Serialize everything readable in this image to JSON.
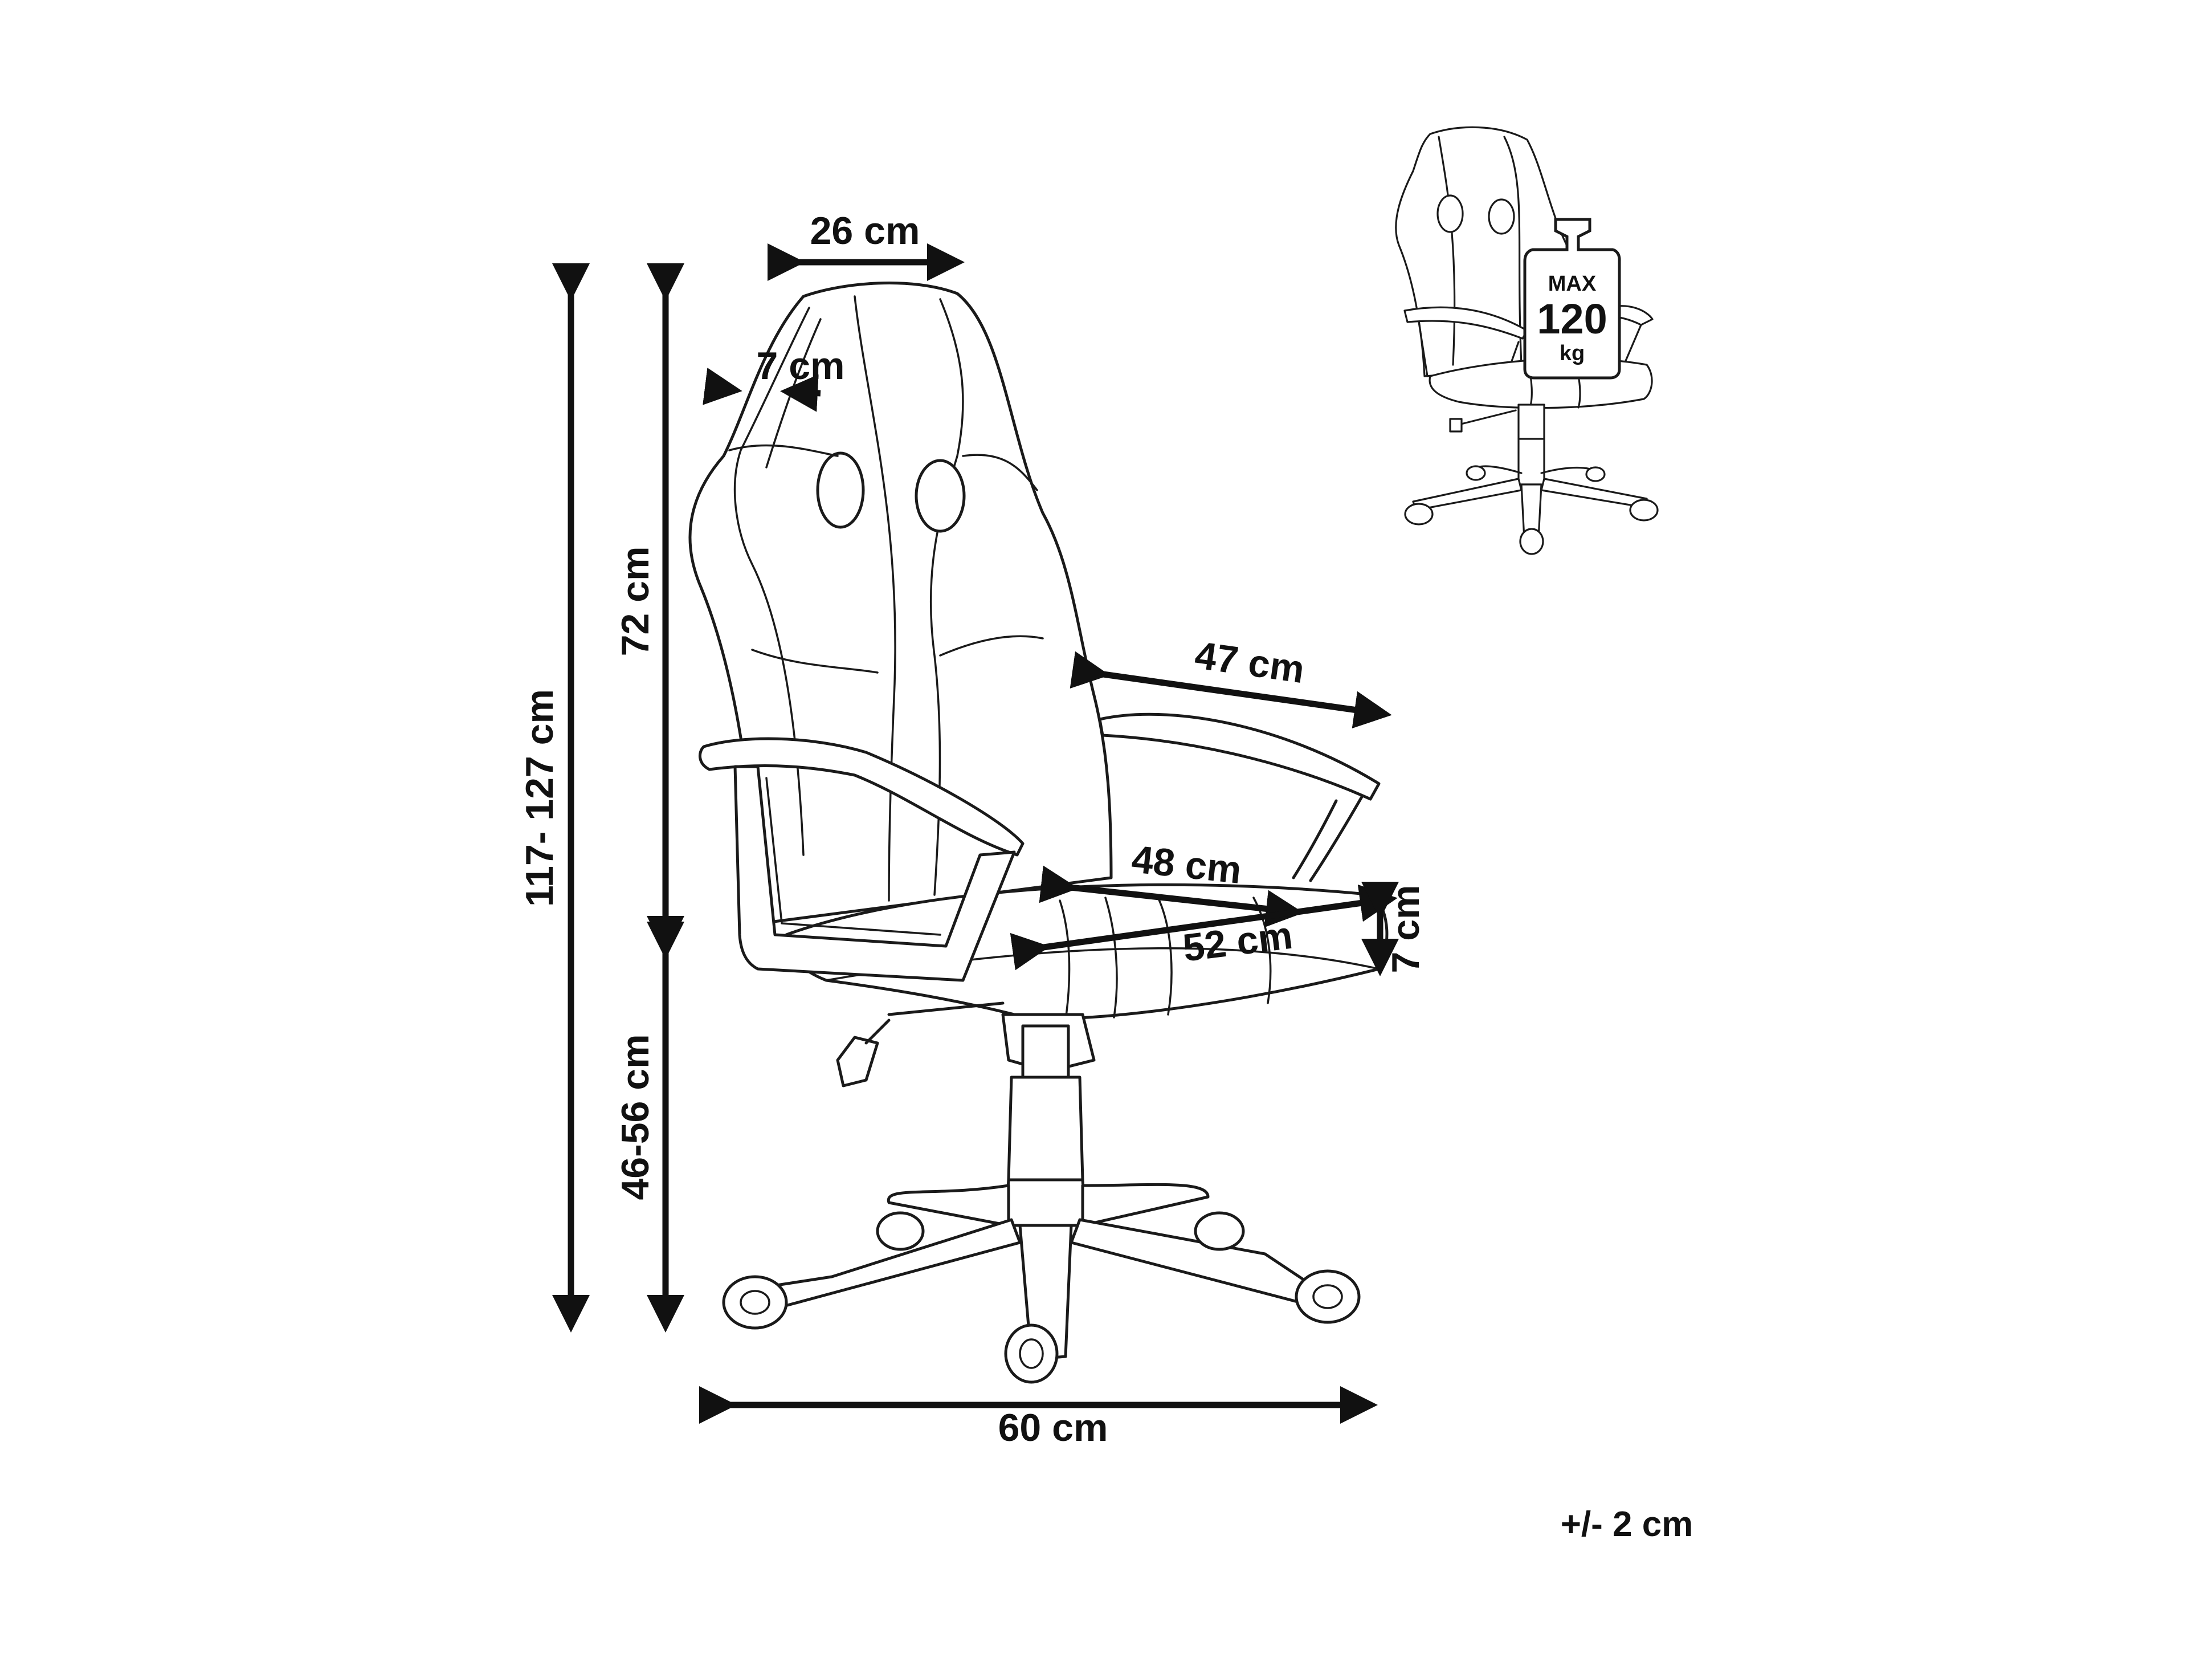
{
  "dimensions": {
    "backrest_top_width": "26 cm",
    "headrest_depth": "7 cm",
    "backrest_height": "72 cm",
    "total_height": "117- 127 cm",
    "seat_height": "46-56 cm",
    "armrest_depth": "47 cm",
    "seat_depth": "48 cm",
    "seat_width": "52 cm",
    "seat_thickness": "7 cm",
    "base_width": "60 cm"
  },
  "tolerance": "+/- 2 cm",
  "max_load": {
    "label": "MAX",
    "value": "120",
    "unit": "kg"
  }
}
